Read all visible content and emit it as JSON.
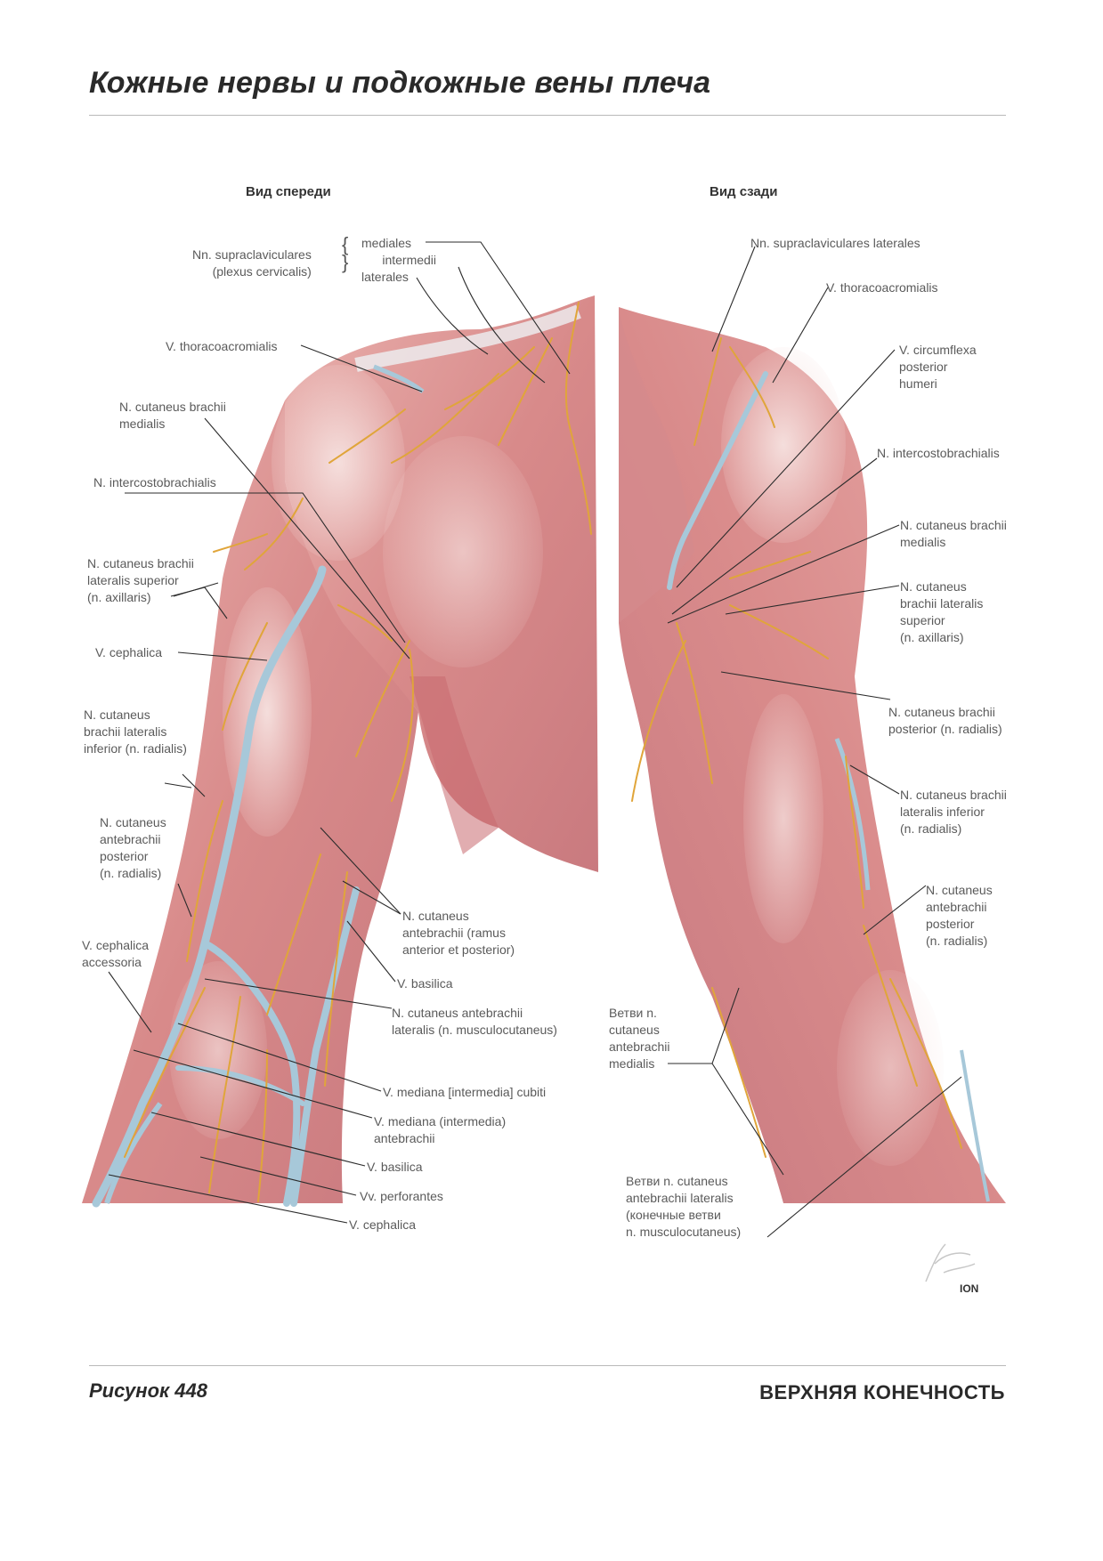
{
  "page": {
    "title": "Кожные нервы и подкожные вены плеча",
    "figure_label": "Рисунок 448",
    "section": "ВЕРХНЯЯ КОНЕЧНОСТЬ"
  },
  "views": {
    "front": "Вид спереди",
    "back": "Вид сзади"
  },
  "labels": {
    "front": {
      "supraclav_title": "Nn. supraclaviculares\n(plexus cervicalis)",
      "supraclav_branches": "mediales\n      intermedii\nlaterales",
      "thoracoacromialis": "V. thoracoacromialis",
      "cut_brachii_med": "N. cutaneus brachii\nmedialis",
      "intercostobrach": "N. intercostobrachialis",
      "cut_brachii_lat_sup": "N. cutaneus brachii\nlateralis superior\n(n. axillaris)",
      "cephalica": "V. cephalica",
      "cut_brachii_lat_inf": "N. cutaneus\nbrachii lateralis\ninferior (n. radialis)",
      "cut_antebrachii_post": "N. cutaneus\nantebrachii\nposterior\n(n. radialis)",
      "cephalica_accessoria": "V. cephalica\naccessoria",
      "cut_antebrachii_ramus": "N. cutaneus\nantebrachii (ramus\nanterior et posterior)",
      "basilica_1": "V. basilica",
      "cut_antebrachii_lat": "N. cutaneus antebrachii\nlateralis (n. musculocutaneus)",
      "mediana_cubiti": "V. mediana [intermedia] cubiti",
      "mediana_antebrachii": "V. mediana (intermedia)\nantebrachii",
      "basilica_2": "V. basilica",
      "perforantes": "Vv. perforantes",
      "cephalica_2": "V. cephalica"
    },
    "back": {
      "supraclav_lat": "Nn. supraclaviculares laterales",
      "thoracoacromialis": "V. thoracoacromialis",
      "circumflexa": "V. circumflexa\nposterior\nhumeri",
      "intercostobrach": "N. intercostobrachialis",
      "cut_brachii_med": "N. cutaneus brachii\nmedialis",
      "cut_brachii_lat_sup": "N. cutaneus\nbrachii lateralis\nsuperior\n(n. axillaris)",
      "cut_brachii_post": "N. cutaneus brachii\nposterior (n. radialis)",
      "cut_brachii_lat_inf": "N. cutaneus brachii\nlateralis inferior\n(n. radialis)",
      "cut_antebrachii_post": "N. cutaneus\nantebrachii\nposterior\n(n. radialis)",
      "rami_med": "Ветви n.\ncutaneus\nantebrachii\nmedialis",
      "rami_lat": "Ветви n. cutaneus\nantebrachii lateralis\n(конечные ветви\nn. musculocutaneus)"
    }
  },
  "colors": {
    "muscle": "#d98c8c",
    "muscle_light": "#efc4c0",
    "vein": "#9fc4d6",
    "nerve": "#e0a53a",
    "leader": "#2b2b2b"
  }
}
